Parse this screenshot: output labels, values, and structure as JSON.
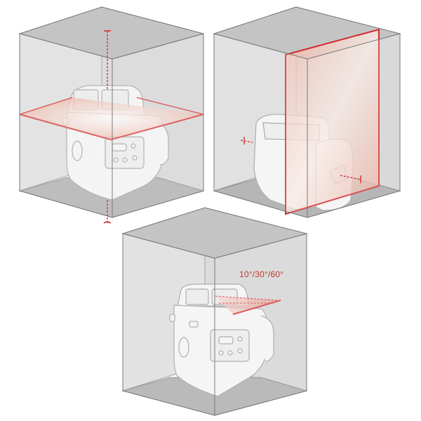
{
  "figure": {
    "description": "Rotary laser level shown in three operating modes inside transparent room cubes",
    "colors": {
      "background": "#ffffff",
      "box_wall_light": "#e6e6e6",
      "box_wall_dark": "#cfcfcf",
      "box_top": "#c9c9c9",
      "box_floor": "#a9a9a9",
      "box_edge": "#7a7a7a",
      "laser_red": "#d42a2a",
      "laser_fill": "#f2c4b8",
      "device_fill": "#f7f7f7",
      "device_stroke": "#8a8a8a"
    },
    "panels": [
      {
        "id": "horizontal-plane",
        "mode": "Horizontal rotating plane with vertical plumb beam"
      },
      {
        "id": "vertical-plane",
        "mode": "Vertical rotating plane (device lying on side)"
      },
      {
        "id": "scan-mode",
        "mode": "Scan mode",
        "label": "10°/30°/60°"
      }
    ]
  }
}
